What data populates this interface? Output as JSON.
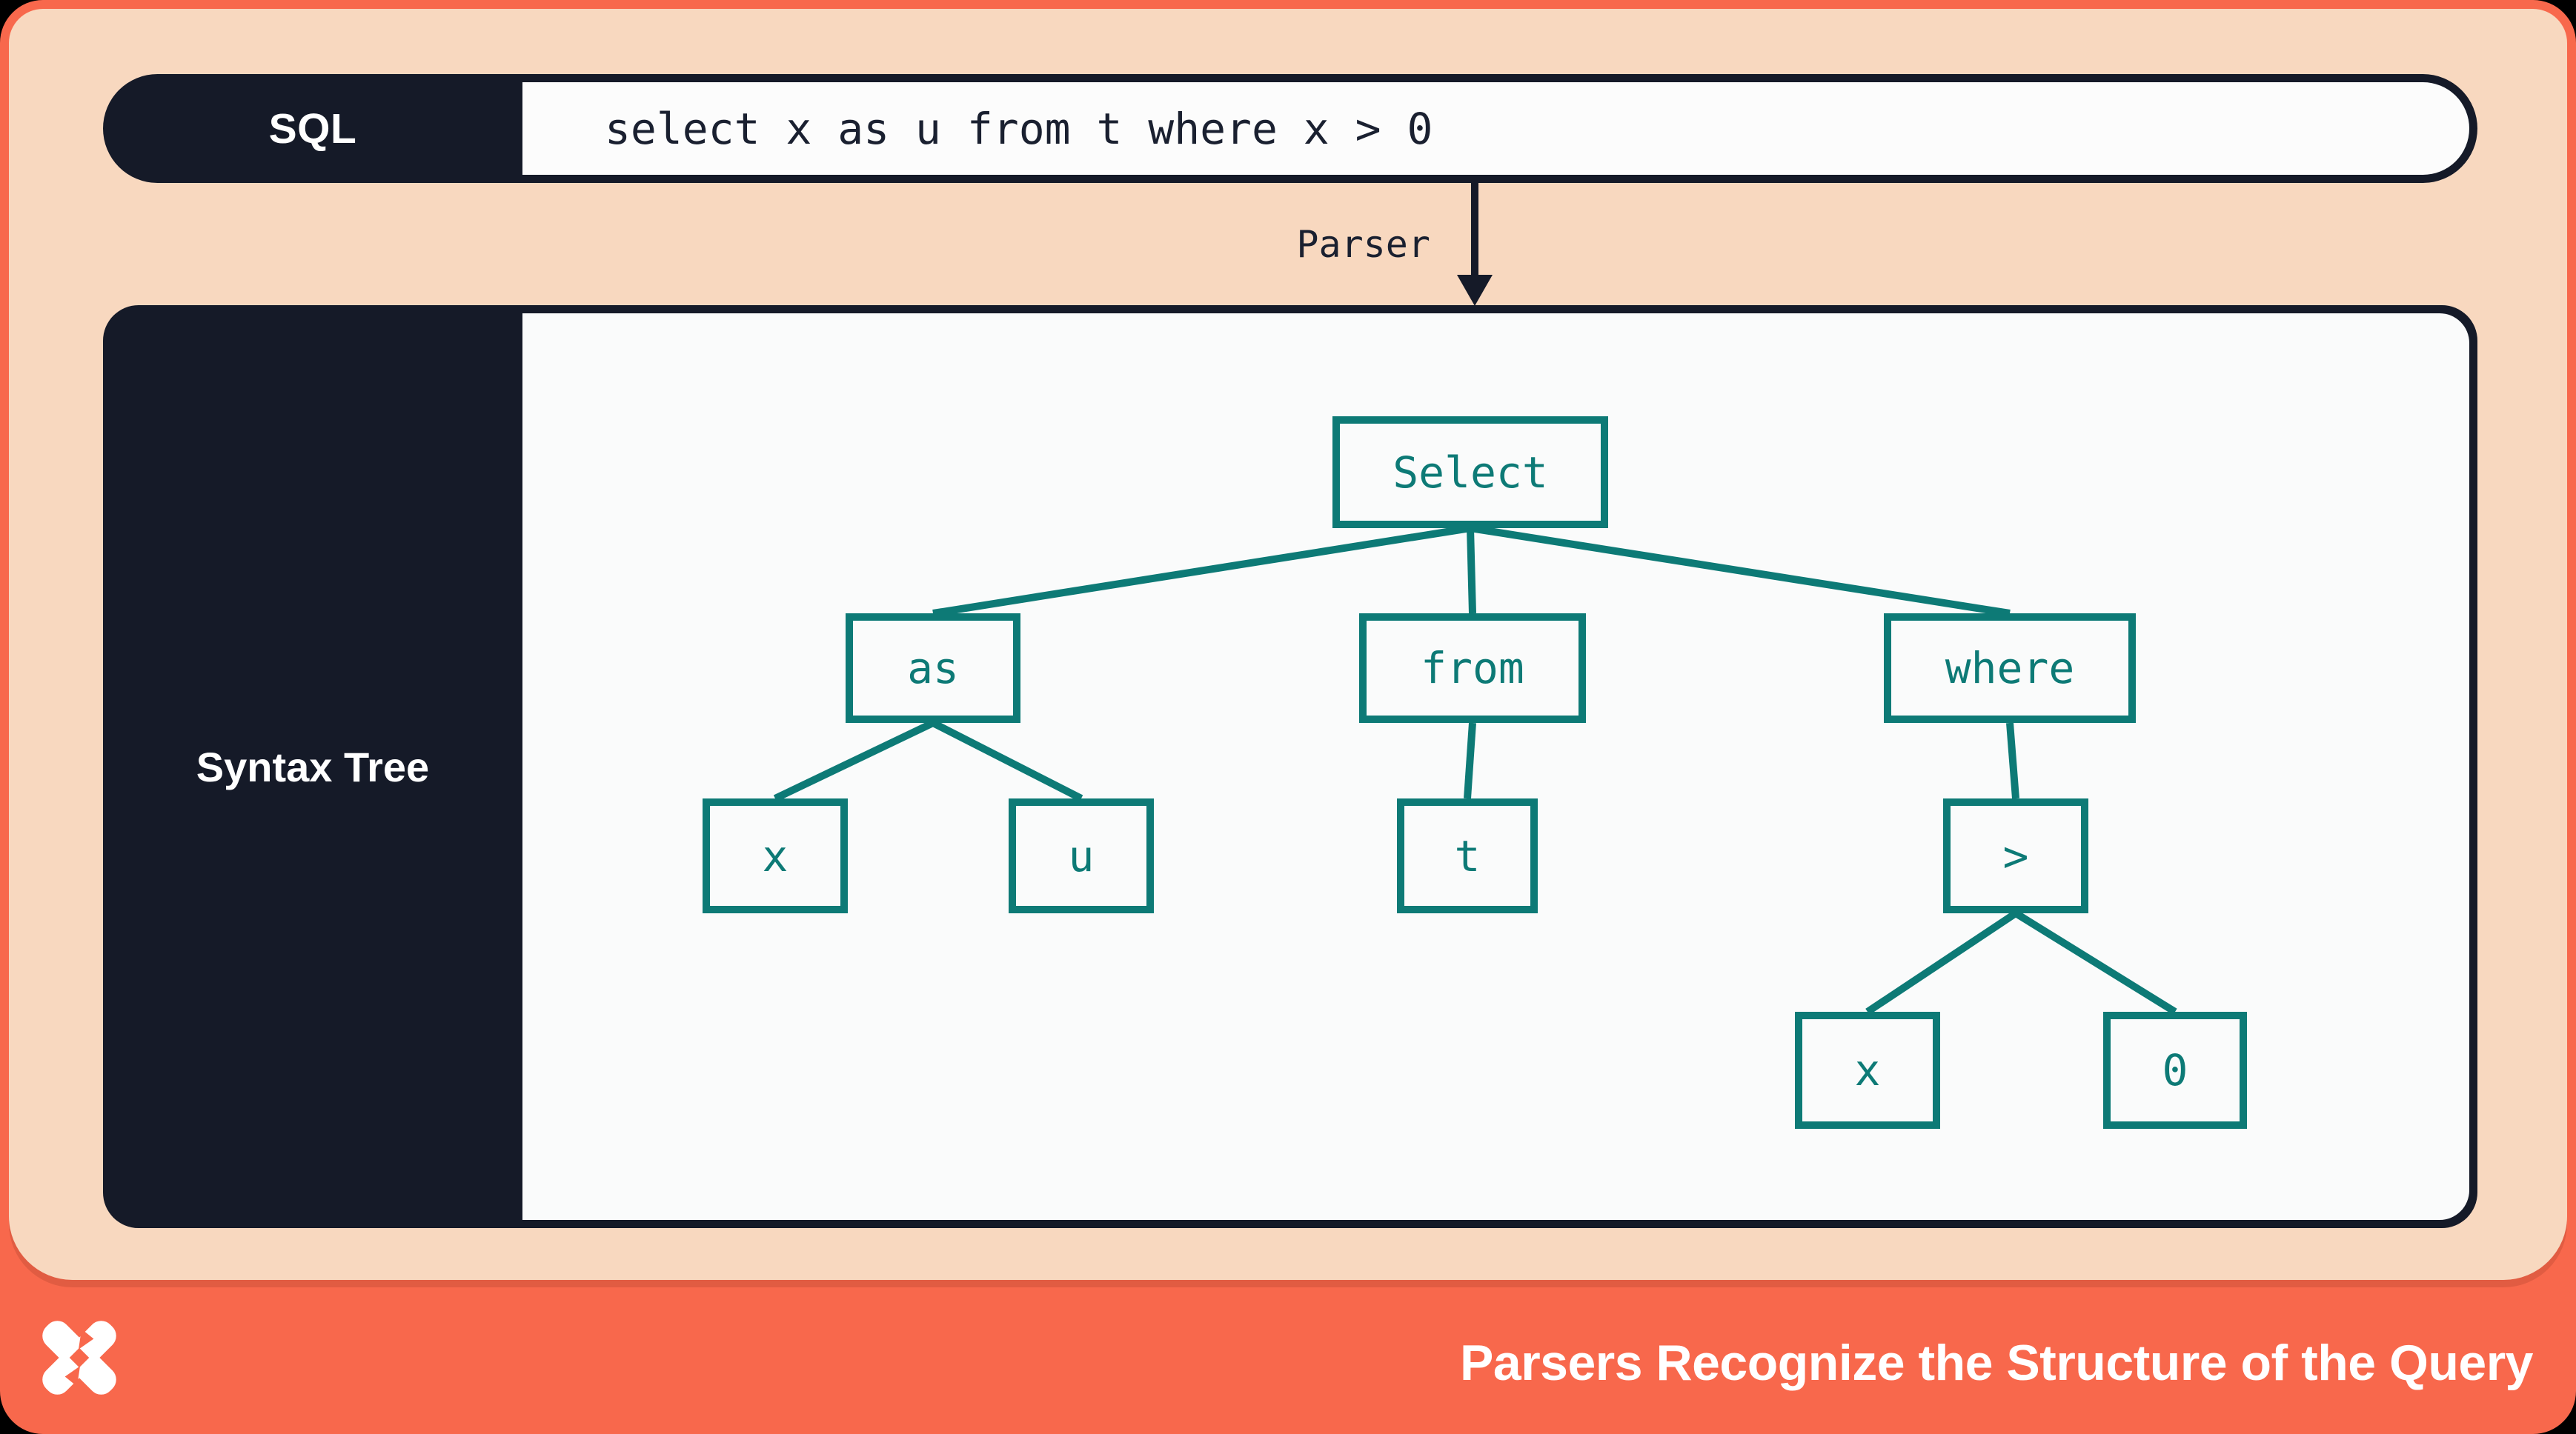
{
  "slide": {
    "sql": {
      "label": "SQL",
      "query": "select x as u from t where x > 0"
    },
    "parser": {
      "label": "Parser"
    },
    "syntax_tree": {
      "label": "Syntax Tree",
      "nodes": [
        {
          "id": "select",
          "label": "Select"
        },
        {
          "id": "as",
          "label": "as"
        },
        {
          "id": "from",
          "label": "from"
        },
        {
          "id": "where",
          "label": "where"
        },
        {
          "id": "x1",
          "label": "x"
        },
        {
          "id": "u",
          "label": "u"
        },
        {
          "id": "t",
          "label": "t"
        },
        {
          "id": "gt",
          "label": ">"
        },
        {
          "id": "x2",
          "label": "x"
        },
        {
          "id": "zero",
          "label": "0"
        }
      ],
      "edges": [
        [
          "select",
          "as"
        ],
        [
          "select",
          "from"
        ],
        [
          "select",
          "where"
        ],
        [
          "as",
          "x1"
        ],
        [
          "as",
          "u"
        ],
        [
          "from",
          "t"
        ],
        [
          "where",
          "gt"
        ],
        [
          "gt",
          "x2"
        ],
        [
          "gt",
          "zero"
        ]
      ]
    },
    "footer": {
      "title": "Parsers Recognize the Structure of the Query",
      "logo": "pinwheel-x-logo"
    },
    "colors": {
      "coral": "#F8684C",
      "peach": "#F8D8BF",
      "navy": "#151A28",
      "teal": "#0D7A76",
      "offwhite": "#FAFBFB"
    }
  }
}
